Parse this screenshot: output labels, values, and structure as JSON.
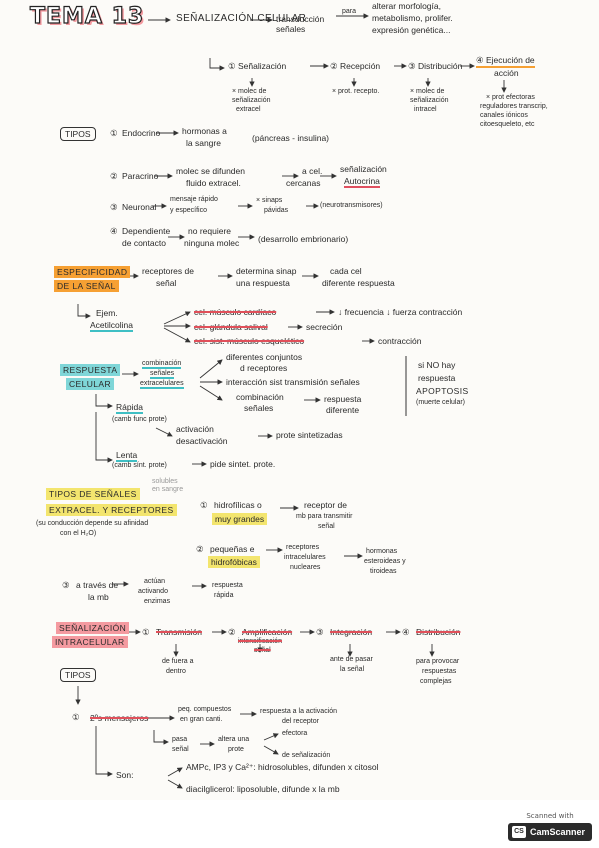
{
  "header": {
    "title": "TEMA 13",
    "topic": "SEÑALIZACIÓN CELULAR",
    "transduction": "transducción señales",
    "for": "para",
    "effects_1": "alterar morfología,",
    "effects_2": "metabolismo, prolifer.",
    "effects_3": "expresión genética..."
  },
  "stages": [
    {
      "label": "① Señalización",
      "note_1": "× molec de",
      "note_2": "señalización",
      "note_3": "extracel"
    },
    {
      "label": "② Recepción",
      "note_1": "× prot. recepto.",
      "note_2": "",
      "note_3": ""
    },
    {
      "label": "③ Distribución",
      "note_1": "× molec de",
      "note_2": "señalización",
      "note_3": "intracel"
    },
    {
      "label": "④ Ejecución de",
      "label_2": "acción",
      "note_1": "× prot efectoras",
      "note_2": "reguladores transcrip,",
      "note_3": "canales iónicos",
      "note_4": "citoesqueleto, etc"
    }
  ],
  "tipos": {
    "label": "TIPOS",
    "items": [
      {
        "num": "①",
        "name": "Endocrino",
        "d1": "hormonas a",
        "d2": "la sangre",
        "d3": "(páncreas - insulina)"
      },
      {
        "num": "②",
        "name": "Paracrino",
        "d1": "molec se difunden",
        "d2": "fluido extracel.",
        "d3": "a cel.",
        "d4": "cercanas",
        "d5": "señalización",
        "d6": "Autocrina"
      },
      {
        "num": "③",
        "name": "Neuronal",
        "d1": "mensaje rápido",
        "d2": "y específico",
        "d3": "× sinaps",
        "d4": "pávidas",
        "d5": "(neurotransmisores)"
      },
      {
        "num": "④",
        "name": "Dependiente",
        "name_2": "de contacto",
        "d1": "no requiere",
        "d2": "ninguna molec",
        "d3": "(desarrollo embrionario)"
      }
    ]
  },
  "specificity": {
    "label_1": "ESPECIFICIDAD",
    "label_2": "DE LA SEÑAL",
    "c1": "receptores de",
    "c2": "señal",
    "c3": "determina sinap",
    "c4": "una respuesta",
    "c5": "cada cel",
    "c6": "diferente respuesta",
    "example_1": "Ejem.",
    "example_2": "Acetilcolina",
    "rows": [
      {
        "target": "cel. músculo cardíaco",
        "effect": "↓ frecuencia ↓ fuerza contracción"
      },
      {
        "target": "cel. glándula salival",
        "effect": "secreción"
      },
      {
        "target": "cel. sist. músculo esquelético",
        "effect": "contracción"
      }
    ]
  },
  "response": {
    "label_1": "RESPUESTA",
    "label_2": "CELULAR",
    "combo_1": "combinación",
    "combo_2": "señales",
    "combo_3": "extracelulares",
    "r1": "diferentes conjuntos",
    "r2": "d receptores",
    "r3": "interacción sist transmisión señales",
    "r4": "combinación",
    "r5": "señales",
    "r6": "respuesta",
    "r7": "diferente",
    "no_1": "si NO hay",
    "no_2": "respuesta",
    "no_3": "APOPTOSIS",
    "no_4": "(muerte celular)",
    "fast": "Rápida",
    "fast_note": "(camb func prote)",
    "fast_d1": "activación",
    "fast_d2": "desactivación",
    "fast_d3": "prote sintetizadas",
    "slow": "Lenta",
    "slow_note": "(camb sínt. prote)",
    "slow_d": "pide sintet. prote."
  },
  "signal_types": {
    "label_1": "TIPOS DE SEÑALES",
    "label_2": "EXTRACEL. Y RECEPTORES",
    "note_1": "(su conducción depende su afinidad",
    "note_2": "con el H₂O)",
    "side_1": "solubles",
    "side_2": "en sangre",
    "items": [
      {
        "num": "①",
        "name_1": "hidrofílicas o",
        "name_2": "muy grandes",
        "d1": "receptor de",
        "d2": "mb para transmitir",
        "d3": "señal"
      },
      {
        "num": "②",
        "name_1": "pequeñas e",
        "name_2": "hidrofóbicas",
        "d1": "receptores",
        "d2": "intracelulares",
        "d3": "nucleares",
        "d4": "hormonas",
        "d5": "esteroideas y",
        "d6": "tiroideas"
      },
      {
        "num": "③",
        "name_1": "a través de",
        "name_2": "la mb",
        "d1": "actúan",
        "d2": "activando",
        "d3": "enzimas",
        "d4": "respuesta",
        "d5": "rápida"
      }
    ]
  },
  "intracellular": {
    "label_1": "SEÑALIZACIÓN",
    "label_2": "INTRACELULAR",
    "steps": [
      {
        "num": "①",
        "name": "Transmisión",
        "d1": "de fuera a",
        "d2": "dentro"
      },
      {
        "num": "②",
        "name": "Amplificación",
        "d1": "intensificación",
        "d2": "señal"
      },
      {
        "num": "③",
        "name": "Integración",
        "d1": "ante de pasar",
        "d2": "la señal"
      },
      {
        "num": "④",
        "name": "Distribución",
        "d1": "para provocar",
        "d2": "respuestas",
        "d3": "complejas"
      }
    ],
    "tipos_label": "TIPOS",
    "messengers_num": "①",
    "messengers": "2ºs mensajeros",
    "m1": "peq. compuestos",
    "m2": "en gran canti.",
    "m3": "respuesta a la activación",
    "m4": "del receptor",
    "pass_1": "pasa",
    "pass_2": "señal",
    "alter_1": "altera una",
    "alter_2": "prote",
    "eff_1": "efectora",
    "eff_2": "de señalización",
    "son": "Son:",
    "son_1": "AMPc, IP3 y Ca²⁺: hidrosolubles, difunden x citosol",
    "son_2": "diacilglicerol: liposoluble, difunde x la mb"
  },
  "watermark": {
    "scanned": "Scanned with",
    "brand": "CamScanner",
    "mark": "CS"
  }
}
